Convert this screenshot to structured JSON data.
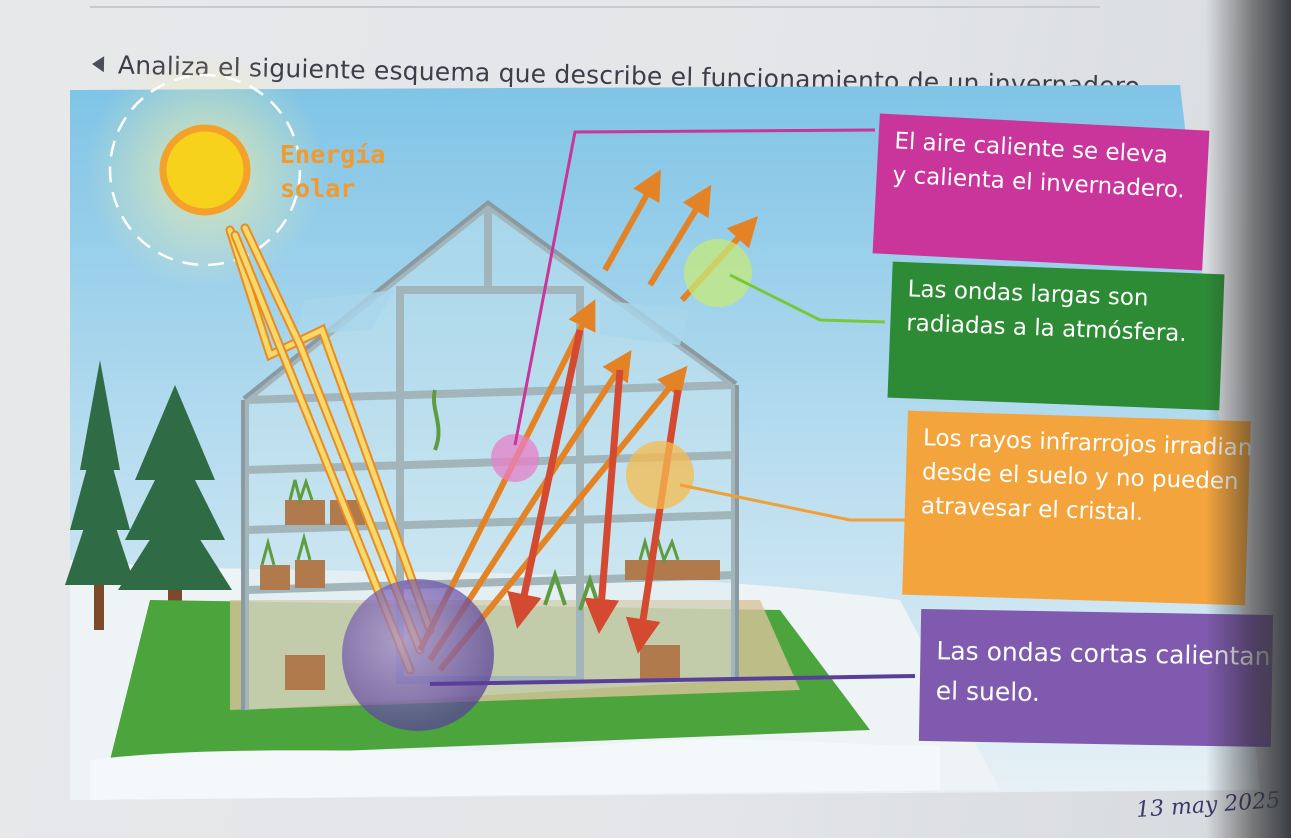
{
  "header": {
    "text": "Analiza el siguiente esquema que describe el funcionamiento de un invernadero"
  },
  "diagram": {
    "sun_label_line1": "Energía",
    "sun_label_line2": "solar",
    "boxes": {
      "pink": {
        "line1": "El aire caliente se eleva",
        "line2": "y calienta el invernadero."
      },
      "green": {
        "line1": "Las ondas largas son",
        "line2": "radiadas a la atmósfera."
      },
      "orange": {
        "line1": "Los rayos infrarrojos irradian",
        "line2": "desde el suelo y no pueden",
        "line3": "atravesar el cristal."
      },
      "purple": {
        "line1": "Las ondas cortas calientan",
        "line2": "el suelo."
      }
    },
    "colors": {
      "pink": "#c9359a",
      "green": "#2d8a35",
      "orange": "#f4a43c",
      "purple": "#7f5aae",
      "sun": "#f7d21c"
    }
  },
  "handwritten_note": "13 may 2025"
}
